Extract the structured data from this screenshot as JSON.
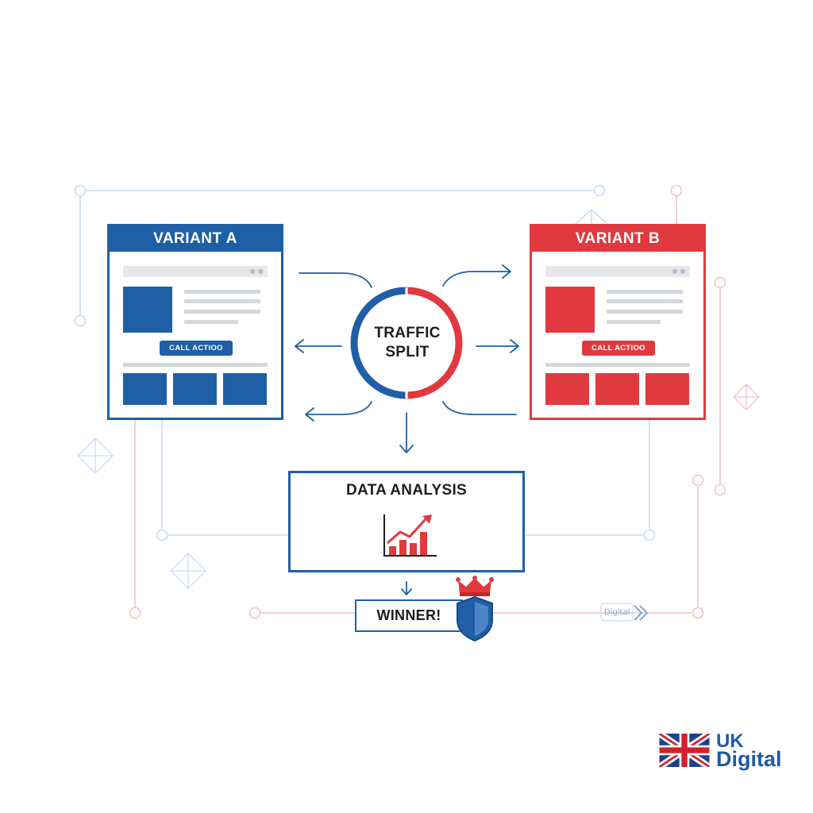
{
  "colors": {
    "blue": "#1f5fa6",
    "red": "#e03a40",
    "line_blue": "#c9dcf0",
    "line_red": "#f3c2c5",
    "placeholder_gray": "#d3d6db"
  },
  "variant_a": {
    "title": "VARIANT A",
    "cta_label": "CALL ACTIOO",
    "color": "#1f5fa6"
  },
  "variant_b": {
    "title": "VARIANT B",
    "cta_label": "CALL ACTIOO",
    "color": "#e03a40"
  },
  "traffic_split": {
    "line1": "TRAFFIC",
    "line2": "SPLIT"
  },
  "analysis": {
    "title": "DATA ANALYSIS",
    "icon": "bar-chart-trend-up-icon"
  },
  "winner": {
    "label": "WINNER!",
    "icon": "crown-shield-icon"
  },
  "watermark": {
    "text": "Digital",
    "icon": "chevron-right-double-icon"
  },
  "brand": {
    "line1": "UK",
    "line2": "Digital",
    "icon": "union-jack-flag-icon"
  }
}
